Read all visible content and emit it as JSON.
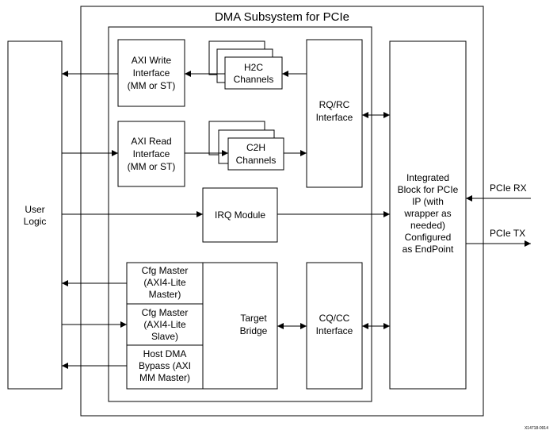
{
  "diagram": {
    "title": "DMA Subsystem for PCIe",
    "user_logic": [
      "User",
      "Logic"
    ],
    "axi_write": [
      "AXI Write",
      "Interface",
      "(MM or ST)"
    ],
    "axi_read": [
      "AXI Read",
      "Interface",
      "(MM or ST)"
    ],
    "h2c": [
      "H2C",
      "Channels"
    ],
    "c2h": [
      "C2H",
      "Channels"
    ],
    "rq_rc": [
      "RQ/RC",
      "Interface"
    ],
    "irq": "IRQ Module",
    "integrated_block": [
      "Integrated",
      "Block for PCIe",
      "IP (with",
      "wrapper as",
      "needed)",
      "Configured",
      "as EndPoint"
    ],
    "pcie_rx": "PCIe RX",
    "pcie_tx": "PCIe TX",
    "cfg_master": [
      "Cfg Master",
      "(AXI4-Lite",
      "Master)"
    ],
    "cfg_slave": [
      "Cfg Master",
      "(AXI4-Lite",
      "Slave)"
    ],
    "host_dma": [
      "Host DMA",
      "Bypass (AXI",
      "MM Master)"
    ],
    "target_bridge": [
      "Target",
      "Bridge"
    ],
    "cq_cc": [
      "CQ/CC",
      "Interface"
    ],
    "figure_id": "X14718-0914"
  }
}
